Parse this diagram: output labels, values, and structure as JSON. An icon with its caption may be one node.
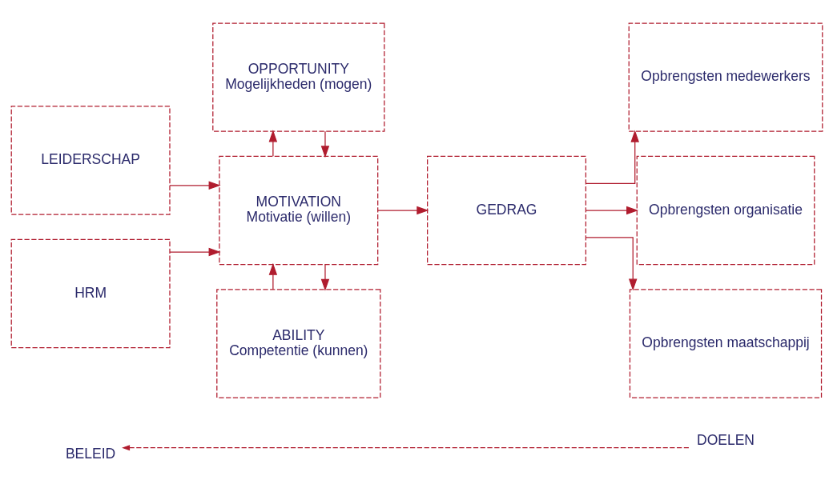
{
  "diagram": {
    "nodes": [
      {
        "text": [
          "BELEID"
        ]
      },
      {
        "text": [
          "DOELEN"
        ]
      },
      {
        "text": [
          "LEIDERSCHAP"
        ]
      },
      {
        "text": [
          "HRM"
        ]
      },
      {
        "text": [
          "ABILITY",
          "Competentie (kunnen)"
        ]
      },
      {
        "text": [
          "MOTIVATION",
          "Motivatie (willen)"
        ]
      },
      {
        "text": [
          "OPPORTUNITY",
          "Mogelijkheden (mogen)"
        ]
      },
      {
        "text": [
          "GEDRAG"
        ]
      },
      {
        "text": [
          "Opbrengsten medewerkers"
        ]
      },
      {
        "text": [
          "Opbrengsten organisatie"
        ]
      },
      {
        "text": [
          "Opbrengsten maatschappij"
        ]
      }
    ],
    "edges": [
      {
        "from": 1,
        "to": 0,
        "arrow": "to",
        "style": "dashed"
      },
      {
        "from": 2,
        "to": 5,
        "arrow": "to"
      },
      {
        "from": 3,
        "to": 5,
        "arrow": "to"
      },
      {
        "from": 4,
        "to": 5,
        "arrow": "to"
      },
      {
        "from": 5,
        "to": 4,
        "arrow": "to"
      },
      {
        "from": 5,
        "to": 6,
        "arrow": "to"
      },
      {
        "from": 6,
        "to": 5,
        "arrow": "to"
      },
      {
        "from": 5,
        "to": 7,
        "arrow": "to"
      },
      {
        "from": 7,
        "to": 8,
        "arrow": "to"
      },
      {
        "from": 7,
        "to": 9,
        "arrow": "to"
      },
      {
        "from": 7,
        "to": 10,
        "arrow": "to"
      }
    ]
  }
}
